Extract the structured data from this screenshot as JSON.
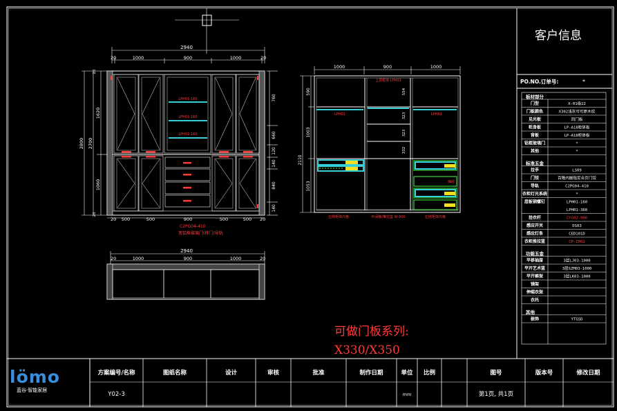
{
  "drawing": {
    "elevation": {
      "width_total": "2940",
      "top_dims": [
        "20",
        "1000",
        "900",
        "1000",
        "20"
      ],
      "bottom_dims": [
        "20",
        "500",
        "500",
        "900",
        "500",
        "500",
        "20"
      ],
      "height_total": "2800",
      "height_inner": "2700",
      "height_upper": "1620",
      "height_lower": "1060",
      "edge_dim_top": "20",
      "edge_dim_bottom": "20",
      "right_dims": [
        "760",
        "660",
        "120",
        "140",
        "840",
        "140"
      ],
      "shelf_labels": [
        "LPH01-160",
        "LPH01-160",
        "LPH01-160"
      ],
      "note_lines": [
        "C2PG04-410",
        "宽铝框玻璃门(移门)导轨"
      ]
    },
    "interior": {
      "top_dims": [
        "1000",
        "900",
        "1000"
      ],
      "left_dims": [
        "590",
        "1003",
        "2110",
        "1053"
      ],
      "mid_dims": [
        "554",
        "323",
        "323",
        "332"
      ],
      "rail_labels": [
        "LPH01",
        "LPH01"
      ],
      "top_note": "上层柜体 LPH01",
      "drawer_note": "抽屉",
      "bottom_notes": [
        "左侧柜体内格",
        "中间格/推拉篮 W-900",
        "右侧柜体内格"
      ]
    },
    "plan": {
      "width_total": "2940",
      "dims": [
        "20",
        "1000",
        "900",
        "1000",
        "20"
      ]
    },
    "door_series_note": "可做门板系列:",
    "door_series_value": "X330/X350"
  },
  "info_panel": {
    "title": "客户信息",
    "po_label": "PO.NO.订单号:",
    "po_value": "*",
    "section_board": "板材部分",
    "rows_board": [
      {
        "k": "门型",
        "v": "X-01级22"
      },
      {
        "k": "门板颜色",
        "v": "X302浅灰可可原木纹"
      },
      {
        "k": "见光板",
        "v": "同门板"
      },
      {
        "k": "柜身板",
        "v": "LP-A18柜体板"
      },
      {
        "k": "背板",
        "v": "LP-A18柜体板"
      },
      {
        "k": "铝框玻璃门",
        "v": "*"
      },
      {
        "k": "其他",
        "v": "*"
      }
    ],
    "section_hardware": "标准五金",
    "rows_hardware": [
      {
        "k": "拉手",
        "v": "LS09"
      },
      {
        "k": "门铰",
        "v": "百隆内嵌阻尼合页门铰"
      },
      {
        "k": "导轨",
        "v": "C2PG04-410"
      },
      {
        "k": "衣柜灯光系统",
        "v": "*"
      },
      {
        "k": "层板铜螺钉",
        "v": "LPH01-160\nLPH01-360"
      },
      {
        "k": "挂衣杆",
        "v": "CYG02-900"
      },
      {
        "k": "感应开关",
        "v": "DS03"
      },
      {
        "k": "感应灯条",
        "v": "CED101D"
      },
      {
        "k": "衣柜推拉篮",
        "v": "CP-Z002"
      }
    ],
    "section_func": "功能五金",
    "rows_func": [
      {
        "k": "平移抽屉",
        "v": "3层LJ03-1000"
      },
      {
        "k": "平开艺术篮",
        "v": "3层SZM03-1000"
      },
      {
        "k": "平开裤架",
        "v": "3层LK03-1000"
      },
      {
        "k": "镜架",
        "v": ""
      },
      {
        "k": "伸缩衣架",
        "v": ""
      },
      {
        "k": "衣托",
        "v": ""
      }
    ],
    "section_other": "其他",
    "rows_other": [
      {
        "k": "装饰",
        "v": "YTGSD"
      }
    ]
  },
  "title_block": {
    "logo_text": "lömo",
    "logo_sub": "蓝谷·智能家居",
    "headers": [
      "方案编号/名称",
      "图纸名称",
      "设计",
      "审核",
      "批准",
      "制作日期",
      "单位",
      "比例",
      "图号",
      "版本号",
      "修改日期"
    ],
    "values": [
      "Y02-3",
      "",
      "",
      "",
      "",
      "",
      "mm",
      "",
      "第1页, 共1页",
      "",
      ""
    ]
  },
  "colors": {
    "background": "#000000",
    "line": "#ffffff",
    "dimension_red": "#ff3a3a",
    "shelf_cyan": "#38d0d8",
    "drawer_green": "#3cd23c",
    "rail_yellow": "#f0e020"
  }
}
